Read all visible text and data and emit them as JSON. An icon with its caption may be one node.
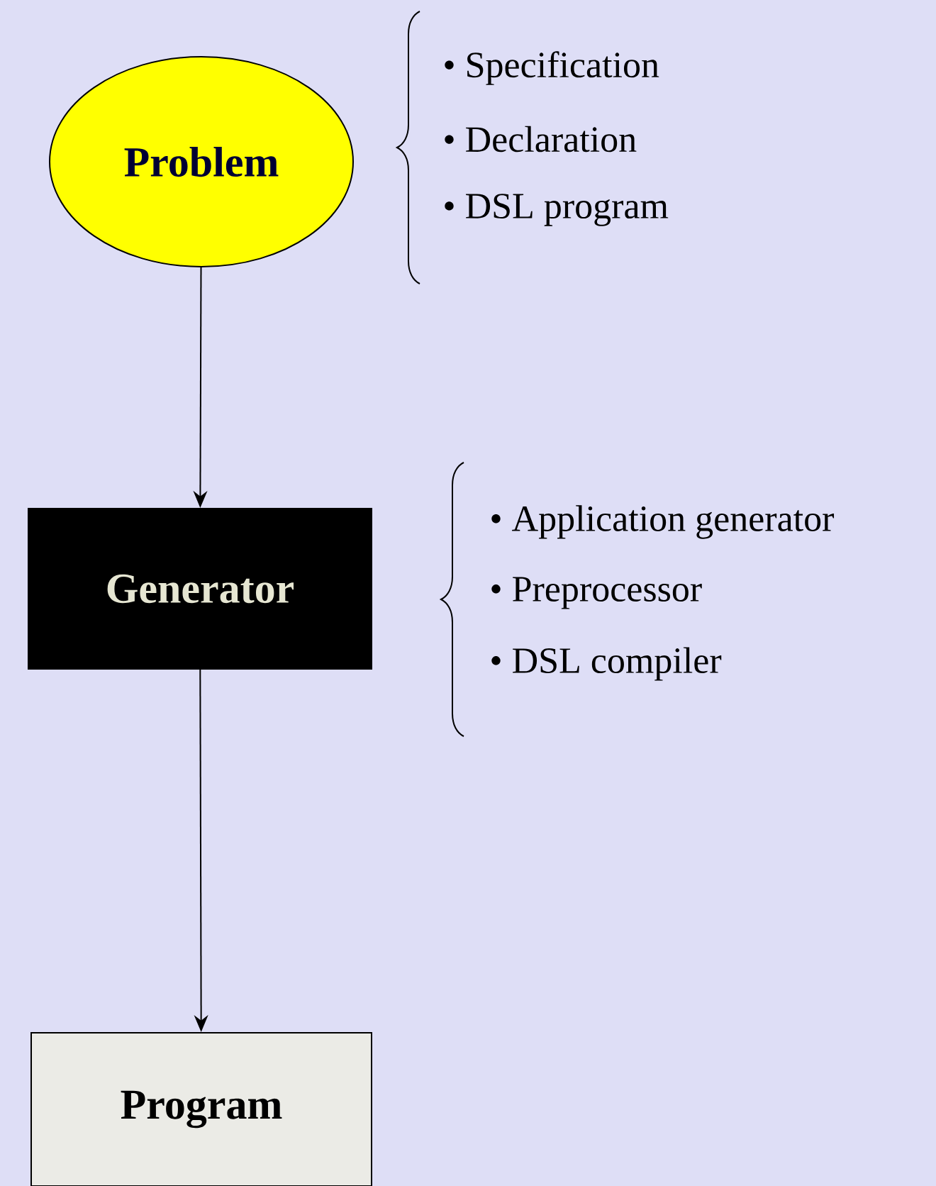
{
  "diagram": {
    "nodes": [
      {
        "text": [
          "Problem"
        ]
      },
      {
        "text": [
          "Generator"
        ]
      },
      {
        "text": [
          "Program"
        ]
      }
    ],
    "edges": [
      {
        "from": 0,
        "to": 1,
        "arrow": "to"
      },
      {
        "from": 1,
        "to": 2,
        "arrow": "to"
      }
    ],
    "labels": [
      "• Specification",
      "• Declaration",
      "• DSL program",
      "• Application generator",
      "• Preprocessor",
      "• DSL compiler"
    ]
  }
}
